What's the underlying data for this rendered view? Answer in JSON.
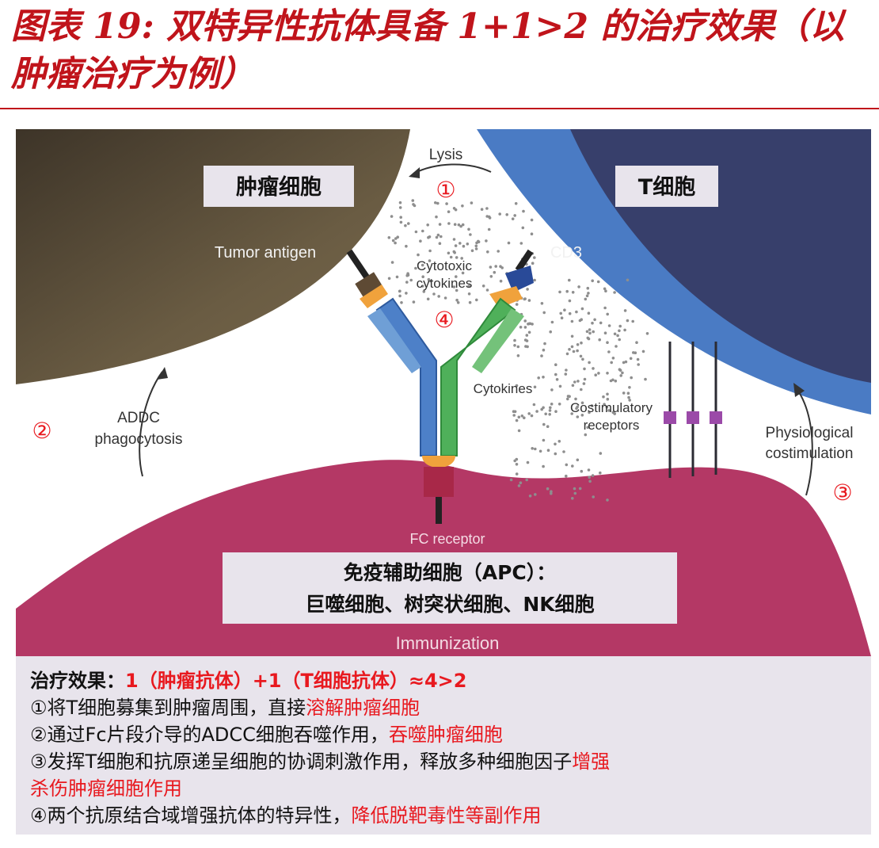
{
  "title": "图表 19: 双特异性抗体具备 1+1>2 的治疗效果（以肿瘤治疗为例）",
  "diagram": {
    "tumor_cell_label": "肿瘤细胞",
    "t_cell_label": "T细胞",
    "lysis": "Lysis",
    "tumor_antigen": "Tumor antigen",
    "cd3": "CD3",
    "cytotoxic_1": "Cytotoxic",
    "cytotoxic_2": "cytokines",
    "cytokines": "Cytokines",
    "costim_1": "Costimulatory",
    "costim_2": "receptors",
    "adcc_1": "ADDC",
    "adcc_2": "phagocytosis",
    "physio_1": "Physiological",
    "physio_2": "costimulation",
    "fc_receptor": "FC receptor",
    "immunization": "Immunization",
    "apc_1": "免疫辅助细胞（APC）：",
    "apc_2": "巨噬细胞、树突状细胞、NK细胞",
    "n1": "①",
    "n2": "②",
    "n3": "③",
    "n4": "④",
    "colors": {
      "tumor": "#5f523d",
      "tcell_outer": "#4a7bc4",
      "tcell_inner": "#373f6b",
      "apc": "#b43865",
      "heavy_blue": "#4d80c8",
      "heavy_green": "#4fb05a",
      "marker_red": "#e8191f"
    }
  },
  "caption": {
    "line1_lead": "治疗效果：",
    "line1_red": "1（肿瘤抗体）+1（T细胞抗体）≈4>2",
    "line2_text": "①将T细胞募集到肿瘤周围，直接",
    "line2_red": "溶解肿瘤细胞",
    "line3_text": "②通过Fc片段介导的ADCC细胞吞噬作用，",
    "line3_red": "吞噬肿瘤细胞",
    "line4_text": "③发挥T细胞和抗原递呈细胞的协调刺激作用，释放多种细胞因子",
    "line4_red": "增强",
    "line5_red": "杀伤肿瘤细胞作用",
    "line6_text": "④两个抗原结合域增强抗体的特异性，",
    "line6_red": "降低脱靶毒性等副作用"
  }
}
